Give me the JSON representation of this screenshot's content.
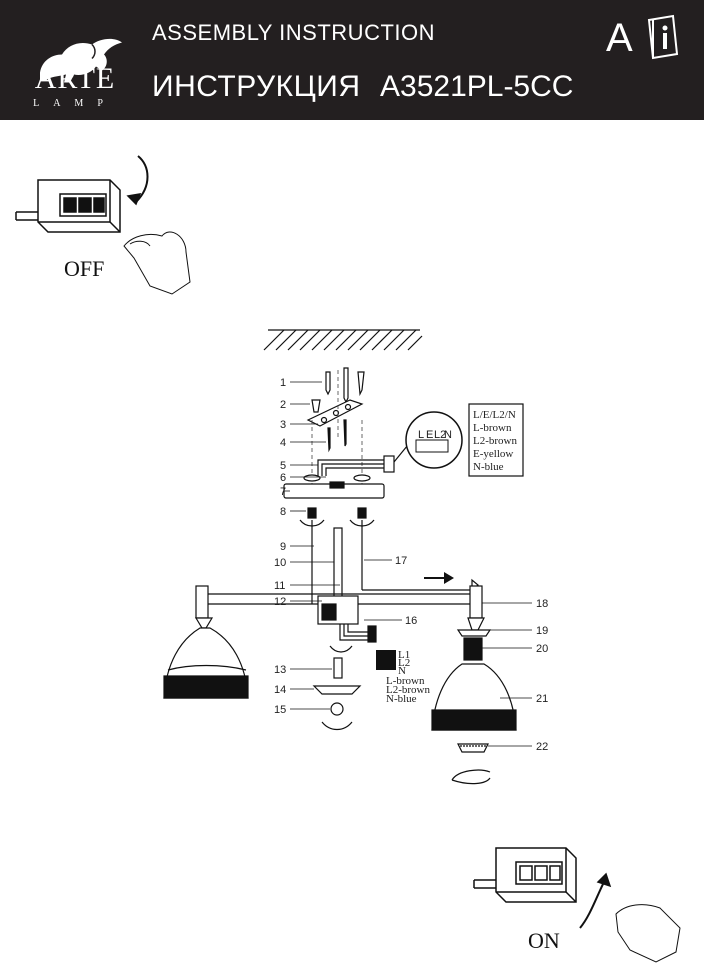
{
  "header": {
    "brand": "ARTE",
    "brand_sub": "LAMP",
    "title_en": "ASSEMBLY INSTRUCTION",
    "title_ru": "ИНСТРУКЦИЯ",
    "model": "A3521PL-5CC",
    "letter": "A"
  },
  "switch_off_label": "OFF",
  "switch_on_label": "ON",
  "callouts": [
    "1",
    "2",
    "3",
    "4",
    "5",
    "6",
    "7",
    "8",
    "9",
    "10",
    "11",
    "12",
    "13",
    "14",
    "15",
    "16",
    "17",
    "18",
    "19",
    "20",
    "21",
    "22"
  ],
  "wiring_legend": [
    "L/E/L2/N",
    "L-brown",
    "L2-brown",
    "E-yellow",
    "N-blue"
  ],
  "terminal_labels": [
    "L",
    "E",
    "L2",
    "N"
  ],
  "bottom_wiring": [
    "L1",
    "L2",
    "N",
    "L-brown",
    "L2-brown",
    "N-blue"
  ],
  "colors": {
    "header_bg": "#231f20",
    "header_text": "#ffffff",
    "line": "#111111"
  }
}
